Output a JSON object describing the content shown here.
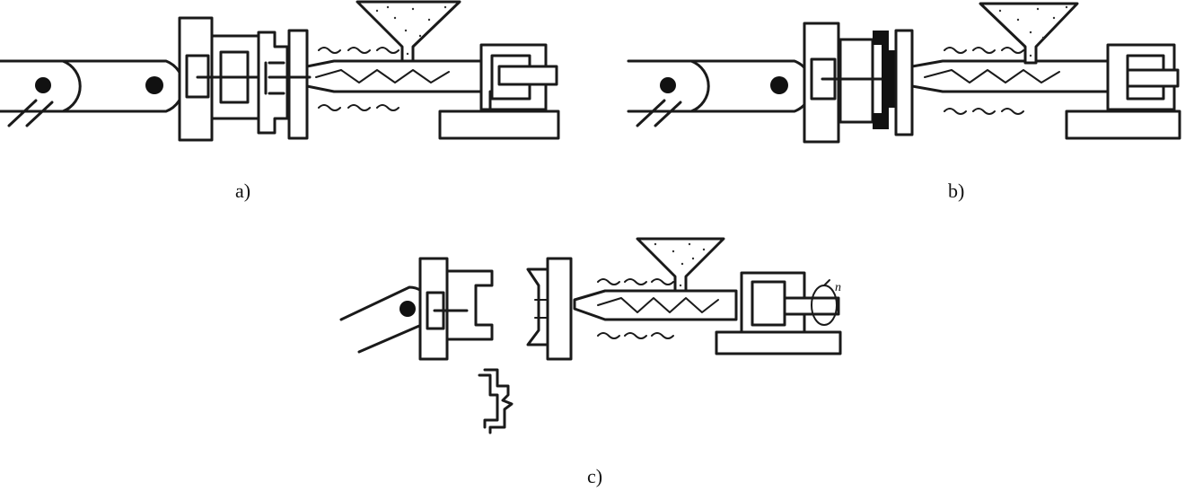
{
  "figure": {
    "panels": [
      {
        "id": "a",
        "caption": "a)"
      },
      {
        "id": "b",
        "caption": "b)"
      },
      {
        "id": "c",
        "caption": "c)",
        "rotation_label": "n"
      }
    ]
  },
  "colors": {
    "ink": "#1a1a1a",
    "granules": "#333333",
    "background": "#ffffff"
  },
  "icons": {
    "hopper": "hopper-icon",
    "heater": "heating-wave-icon",
    "part": "ejected-part-icon"
  }
}
